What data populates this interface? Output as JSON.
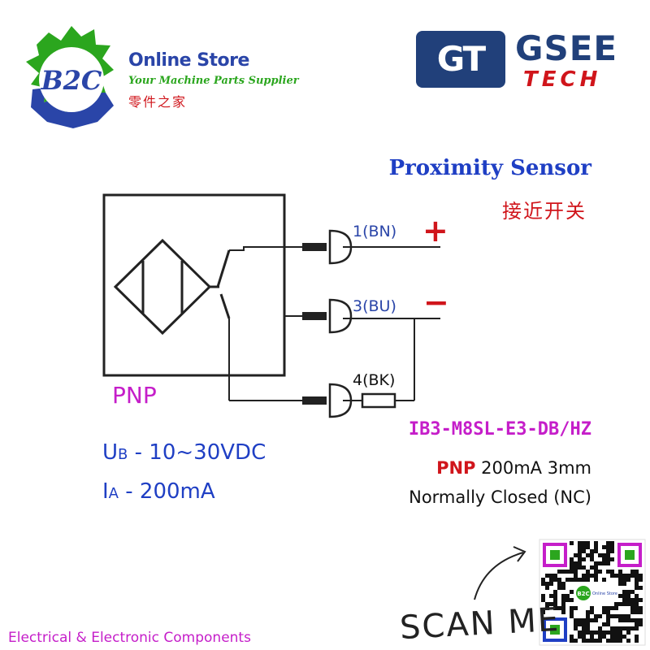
{
  "store": {
    "logo_text": "B2C",
    "title": "Online Store",
    "tagline": "Your Machine Parts Supplier",
    "chinese_name": "零件之家"
  },
  "brand": {
    "logo_text": "GT",
    "name": "GSEE",
    "sub": "TECH"
  },
  "header": {
    "title": "Proximity Sensor",
    "title_cn": "接近开关"
  },
  "diagram": {
    "type_label": "PNP",
    "wires": [
      {
        "label": "1(BN)",
        "polarity": "+",
        "color": "#2a45a8"
      },
      {
        "label": "3(BU)",
        "polarity": "−",
        "color": "#2a45a8"
      },
      {
        "label": "4(BK)",
        "polarity": "",
        "color": "#111111"
      }
    ]
  },
  "specs": {
    "voltage_sym": "U",
    "voltage_sub": "B",
    "voltage_val": "- 10~30VDC",
    "current_sym": "I",
    "current_sub": "A",
    "current_val": "- 200mA"
  },
  "product": {
    "model": "IB3-M8SL-E3-DB/HZ",
    "type": "PNP",
    "details": "200mA 3mm",
    "mode": "Normally Closed (NC)"
  },
  "footer": {
    "category": "Electrical & Electronic Components",
    "scan": "SCAN ME"
  },
  "qr_mini": {
    "logo_text": "B2C",
    "title": "Online Store"
  },
  "colors": {
    "blue": "#1f3fc4",
    "red": "#d0151b",
    "magenta": "#c51ec9",
    "green": "#2ba61e",
    "navy": "#21407a"
  }
}
